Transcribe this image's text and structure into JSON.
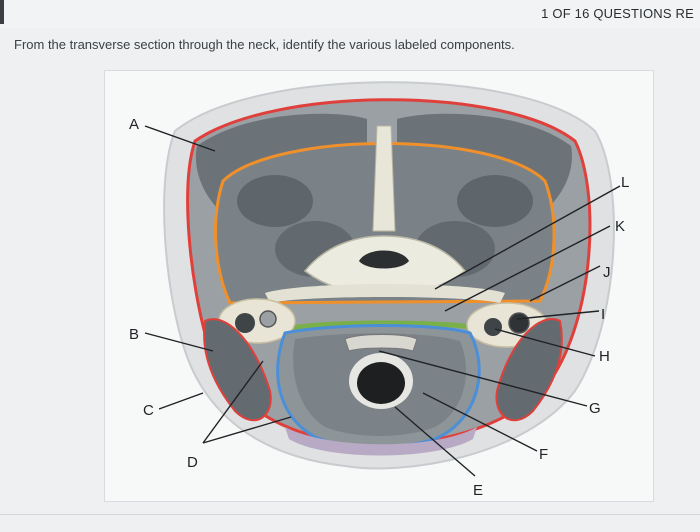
{
  "header": {
    "progress_text": "1 OF 16 QUESTIONS RE"
  },
  "question": {
    "prompt": "From the transverse section through the neck, identify the various labeled components."
  },
  "figure": {
    "labels": {
      "A": "A",
      "B": "B",
      "C": "C",
      "D": "D",
      "E": "E",
      "F": "F",
      "G": "G",
      "H": "H",
      "I": "I",
      "J": "J",
      "K": "K",
      "L": "L"
    }
  }
}
